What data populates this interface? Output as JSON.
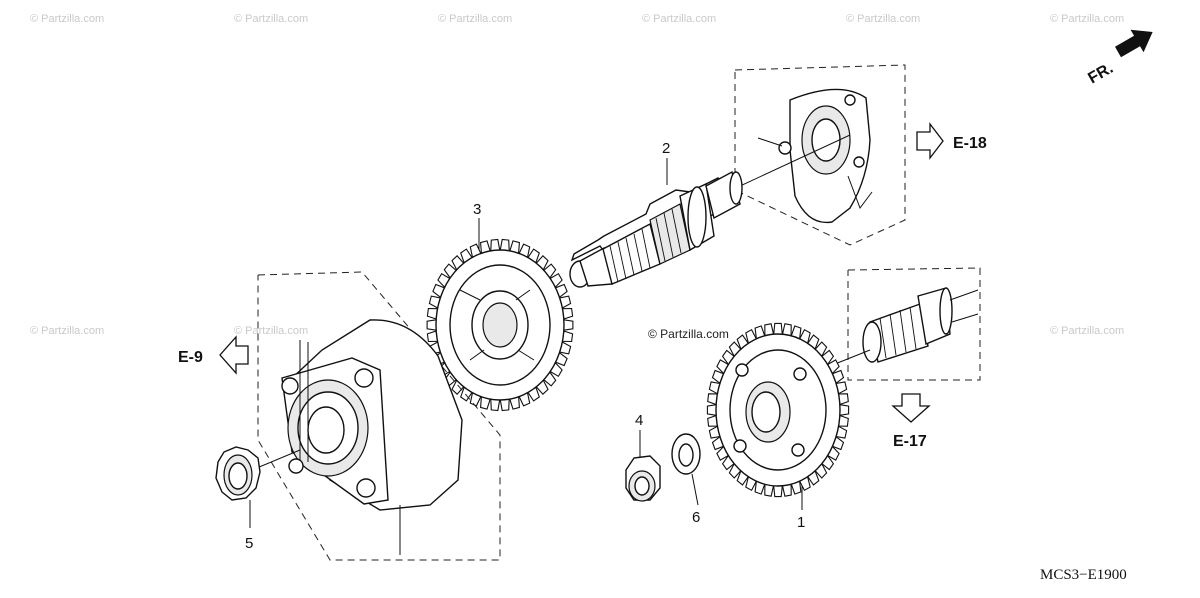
{
  "diagram": {
    "code": "MCS3−E1900",
    "front_label": "FR.",
    "watermark": "© Partzilla.com",
    "watermark_main": "© Partzilla.com",
    "references": {
      "e9": "E-9",
      "e17": "E-17",
      "e18": "E-18"
    },
    "parts": {
      "p1": "1",
      "p2": "2",
      "p3": "3",
      "p4": "4",
      "p5": "5",
      "p6": "6"
    }
  }
}
